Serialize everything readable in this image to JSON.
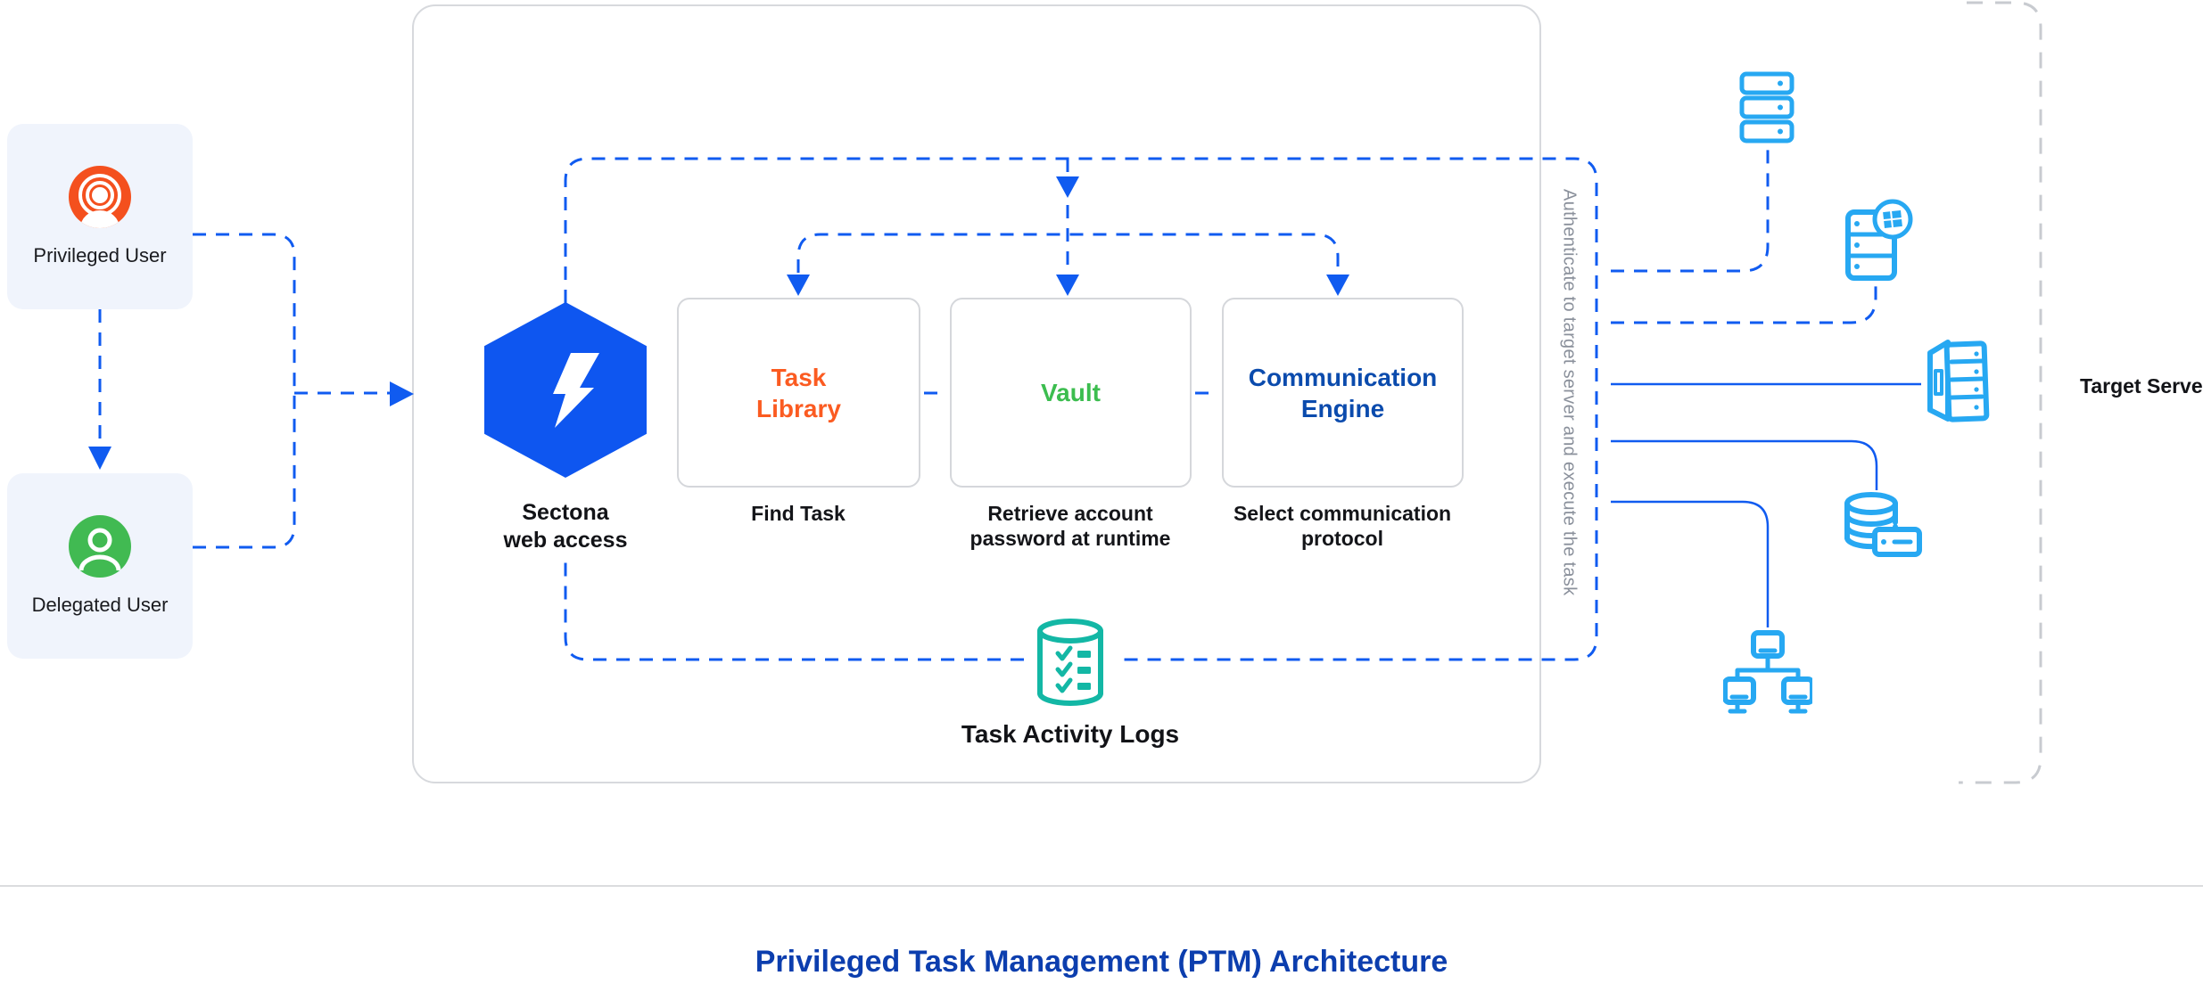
{
  "colors": {
    "accent_blue": "#105BF0",
    "icon_blue": "#27A8F2",
    "teal": "#13B7A5",
    "orange_brand": "#F4501E",
    "green_brand": "#41BA52",
    "task_orange": "#FB5B21",
    "vault_green": "#3CBD4F",
    "engine_blue": "#0B4BAD",
    "title_blue": "#0C3EAE",
    "note_gray": "#8A909B",
    "hexagon_blue": "#0E56F0"
  },
  "users": {
    "privileged": {
      "label": "Privileged User",
      "icon": "user-rings-icon"
    },
    "delegated": {
      "label": "Delegated User",
      "icon": "user-icon"
    }
  },
  "gateway": {
    "line1": "Sectona",
    "line2": "web access",
    "icon": "sectona-bolt-icon"
  },
  "modules": {
    "task_library": {
      "title": "Task Library",
      "caption": "Find Task"
    },
    "vault": {
      "title": "Vault",
      "caption": "Retrieve account password at runtime"
    },
    "comm_engine": {
      "title": "Communication Engine",
      "caption": "Select communication protocol"
    }
  },
  "logs": {
    "label": "Task Activity Logs",
    "icon": "activity-log-database-icon"
  },
  "side_note": {
    "text": "Authenticate to target server and execute the task"
  },
  "targets": {
    "label": "Target Server",
    "icons": [
      "storage-stack-icon",
      "windows-server-icon",
      "server-rack-icon",
      "database-server-icon",
      "network-workstations-icon"
    ]
  },
  "footer": {
    "title": "Privileged Task Management (PTM) Architecture"
  }
}
